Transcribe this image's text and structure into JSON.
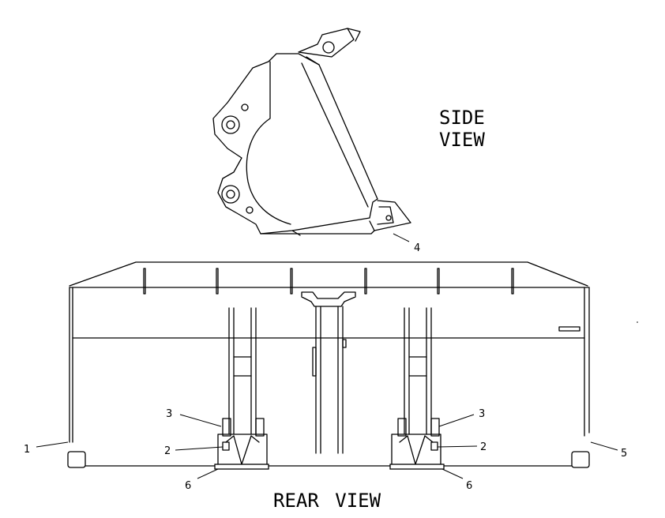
{
  "views": {
    "side_label_line1": "SIDE",
    "side_label_line2": "VIEW",
    "rear_label": "REAR VIEW"
  },
  "callouts": {
    "c1": "1",
    "c2_left": "2",
    "c2_right": "2",
    "c3_left": "3",
    "c3_right": "3",
    "c4": "4",
    "c5": "5",
    "c6_left": "6",
    "c6_right": "6"
  }
}
